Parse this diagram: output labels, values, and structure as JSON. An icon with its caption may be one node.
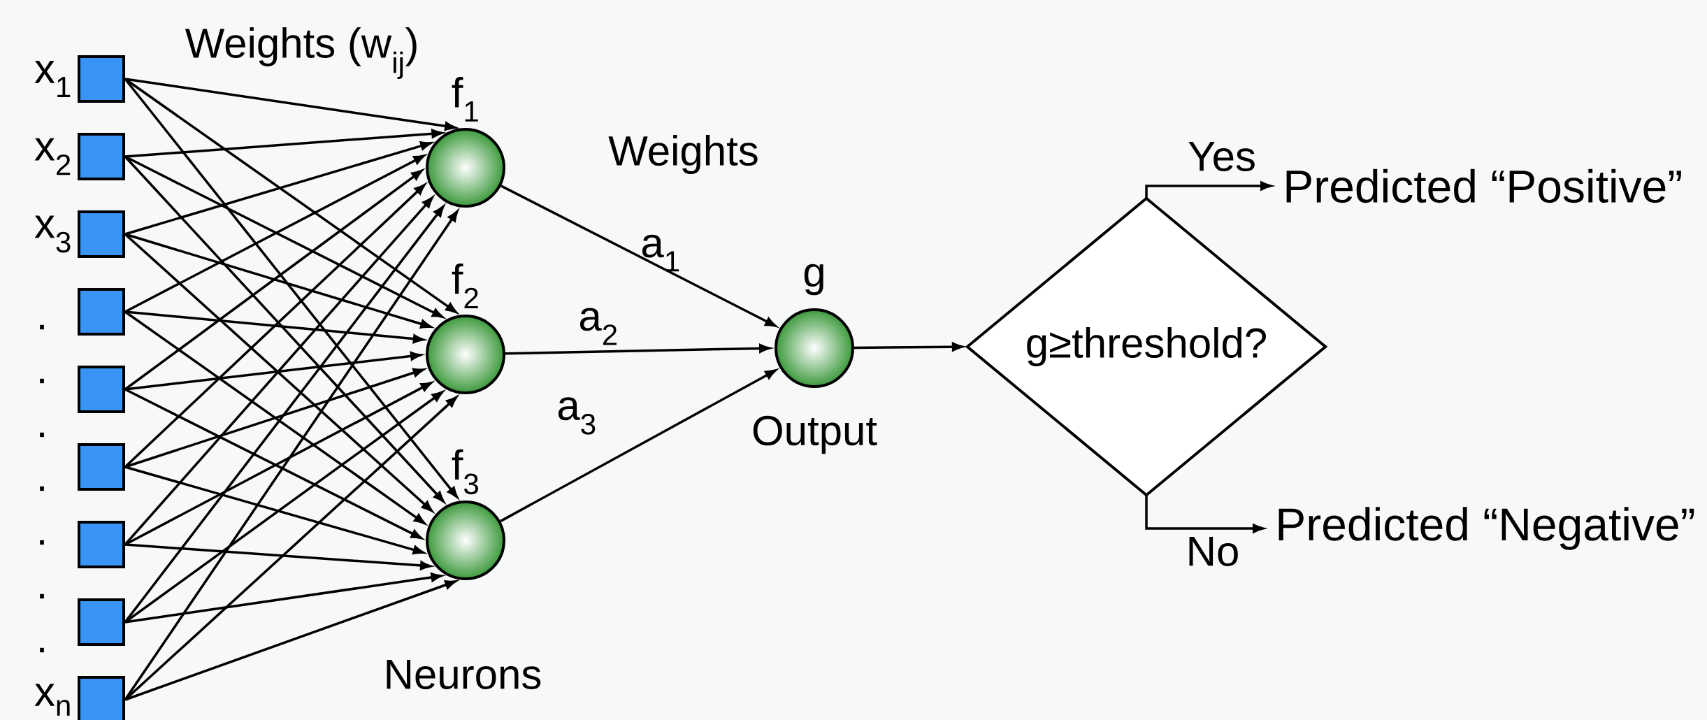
{
  "diagram": {
    "nodes": [
      {
        "text": [],
        "shape": "box",
        "beside": [
          "x$_{1}$"
        ]
      },
      {
        "text": [],
        "shape": "box",
        "beside": [
          "x$_{2}$"
        ]
      },
      {
        "text": [],
        "shape": "box",
        "beside": [
          "x$_{3}$"
        ]
      },
      {
        "text": [],
        "shape": "box"
      },
      {
        "text": [],
        "shape": "box"
      },
      {
        "text": [],
        "shape": "box"
      },
      {
        "text": [],
        "shape": "box"
      },
      {
        "text": [],
        "shape": "box"
      },
      {
        "text": [],
        "shape": "box",
        "beside": [
          "x$_{n}$"
        ]
      },
      {
        "text": [],
        "shape": "circle",
        "beside": [
          "f$_{1}$"
        ]
      },
      {
        "text": [],
        "shape": "circle",
        "beside": [
          "f$_{2}$"
        ]
      },
      {
        "text": [],
        "shape": "circle",
        "beside": [
          "f$_{3}$"
        ]
      },
      {
        "text": [],
        "shape": "circle",
        "beside": [
          "g",
          "Output"
        ]
      },
      {
        "text": [
          "g≥threshold?"
        ]
      },
      {
        "text": [
          "Predicted “Positive”"
        ]
      },
      {
        "text": [
          "Predicted “Negative”"
        ]
      }
    ],
    "edges": [
      {
        "from": 0,
        "to": 9,
        "arrow": "to"
      },
      {
        "from": 0,
        "to": 10,
        "arrow": "to"
      },
      {
        "from": 0,
        "to": 11,
        "arrow": "to"
      },
      {
        "from": 1,
        "to": 9,
        "arrow": "to"
      },
      {
        "from": 1,
        "to": 10,
        "arrow": "to"
      },
      {
        "from": 1,
        "to": 11,
        "arrow": "to"
      },
      {
        "from": 2,
        "to": 9,
        "arrow": "to"
      },
      {
        "from": 2,
        "to": 10,
        "arrow": "to"
      },
      {
        "from": 2,
        "to": 11,
        "arrow": "to"
      },
      {
        "from": 3,
        "to": 9,
        "arrow": "to"
      },
      {
        "from": 3,
        "to": 10,
        "arrow": "to"
      },
      {
        "from": 3,
        "to": 11,
        "arrow": "to"
      },
      {
        "from": 4,
        "to": 9,
        "arrow": "to"
      },
      {
        "from": 4,
        "to": 10,
        "arrow": "to"
      },
      {
        "from": 4,
        "to": 11,
        "arrow": "to"
      },
      {
        "from": 5,
        "to": 9,
        "arrow": "to"
      },
      {
        "from": 5,
        "to": 10,
        "arrow": "to"
      },
      {
        "from": 5,
        "to": 11,
        "arrow": "to"
      },
      {
        "from": 6,
        "to": 9,
        "arrow": "to"
      },
      {
        "from": 6,
        "to": 10,
        "arrow": "to"
      },
      {
        "from": 6,
        "to": 11,
        "arrow": "to"
      },
      {
        "from": 7,
        "to": 9,
        "arrow": "to"
      },
      {
        "from": 7,
        "to": 10,
        "arrow": "to"
      },
      {
        "from": 7,
        "to": 11,
        "arrow": "to"
      },
      {
        "from": 8,
        "to": 9,
        "arrow": "to"
      },
      {
        "from": 8,
        "to": 10,
        "arrow": "to"
      },
      {
        "from": 8,
        "to": 11,
        "arrow": "to"
      },
      {
        "from": 9,
        "to": 12,
        "arrow": "to",
        "label": "a$_{1}$"
      },
      {
        "from": 10,
        "to": 12,
        "arrow": "to",
        "label": "a$_{2}$"
      },
      {
        "from": 11,
        "to": 12,
        "arrow": "to",
        "label": "a$_{3}$"
      },
      {
        "from": 12,
        "to": 13,
        "arrow": "to"
      },
      {
        "from": 13,
        "to": 14,
        "arrow": "to",
        "label": "Yes"
      },
      {
        "from": 13,
        "to": 15,
        "arrow": "to",
        "label": "No"
      }
    ],
    "labels": [
      "Weights (w$_{ij}$)",
      "Weights",
      "Neurons",
      ".",
      ".",
      ".",
      ".",
      ".",
      ".",
      "."
    ]
  }
}
